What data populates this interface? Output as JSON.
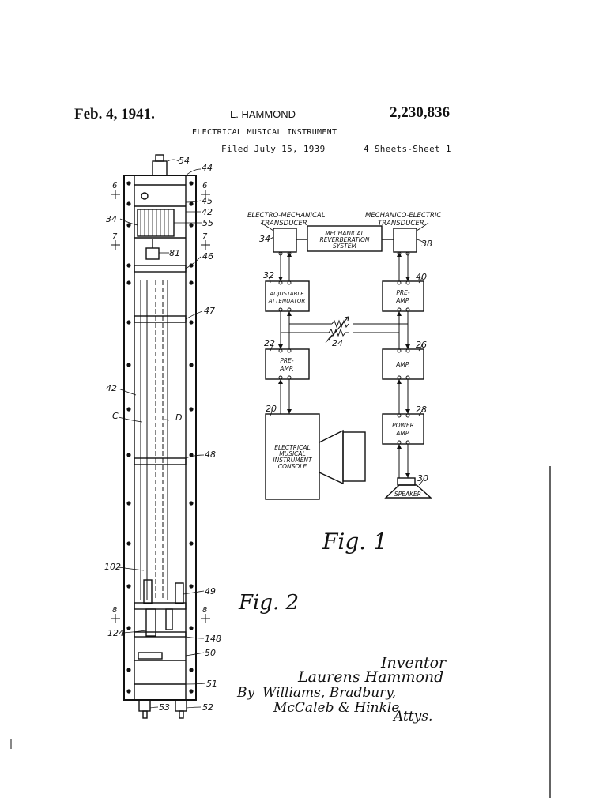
{
  "header": {
    "date": "Feb. 4, 1941.",
    "inventor_name": "L. HAMMOND",
    "patent_number": "2,230,836",
    "title": "ELECTRICAL MUSICAL INSTRUMENT",
    "filed": "Filed July 15, 1939",
    "sheets": "4 Sheets-Sheet 1"
  },
  "fig1": {
    "label": "Fig. 1",
    "electro_transducer": [
      "ELECTRO-MECHANICAL",
      "TRANSDUCER"
    ],
    "mechanico_transducer": [
      "MECHANICO-ELECTRIC",
      "TRANSDUCER"
    ],
    "reverb": [
      "MECHANICAL",
      "REVERBERATION",
      "SYSTEM"
    ],
    "attenuator": [
      "ADJUSTABLE",
      "ATTENUATOR"
    ],
    "preamp_right": [
      "PRE-",
      "AMP."
    ],
    "preamp_left": [
      "PRE-",
      "AMP."
    ],
    "amp": "AMP.",
    "power_amp": [
      "POWER",
      "AMP."
    ],
    "console": [
      "ELECTRICAL",
      "MUSICAL",
      "INSTRUMENT",
      "CONSOLE"
    ],
    "speaker": "SPEAKER",
    "refs": {
      "r34": "34",
      "r38": "38",
      "r32": "32",
      "r40": "40",
      "r22": "22",
      "r24": "24",
      "r26": "26",
      "r20": "20",
      "r28": "28",
      "r30": "30"
    }
  },
  "fig2": {
    "label": "Fig. 2",
    "refs": {
      "r54": "54",
      "r44": "44",
      "r45": "45",
      "r42a": "42",
      "r55": "55",
      "r34": "34",
      "r81": "81",
      "r46": "46",
      "r47": "47",
      "r42b": "42",
      "rC": "C",
      "rD": "D",
      "r48": "48",
      "r102": "102",
      "r49": "49",
      "r124": "124",
      "r148": "148",
      "r50": "50",
      "r51": "51",
      "r53": "53",
      "r52": "52",
      "s6a": "6",
      "s6b": "6",
      "s7a": "7",
      "s7b": "7",
      "s8a": "8",
      "s8b": "8"
    }
  },
  "signature": {
    "inventor_label": "Inventor",
    "inventor": "Laurens Hammond",
    "by": "By",
    "attorneys_line1": "Williams, Bradbury,",
    "attorneys_line2": "McCaleb & Hinkle",
    "attys": "Attys."
  }
}
